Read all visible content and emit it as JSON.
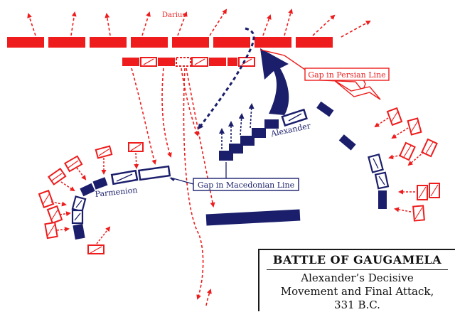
{
  "labels": {
    "darius": "Darius",
    "alexander": "Alexander",
    "parmenion": "Parmenion",
    "gap_persian": "Gap in Persian Line",
    "gap_macedonian": "Gap in Macedonian Line"
  },
  "title": {
    "heading": "BATTLE OF GAUGAMELA",
    "line1": "Alexander’s Decisive",
    "line2": "Movement and Final Attack,",
    "line3": "331 B.C."
  },
  "colors": {
    "persian": "#ee1c1c",
    "macedonian": "#1b1f6b",
    "background": "#ffffff"
  },
  "icons": {
    "compass": "compass-rose-icon"
  }
}
